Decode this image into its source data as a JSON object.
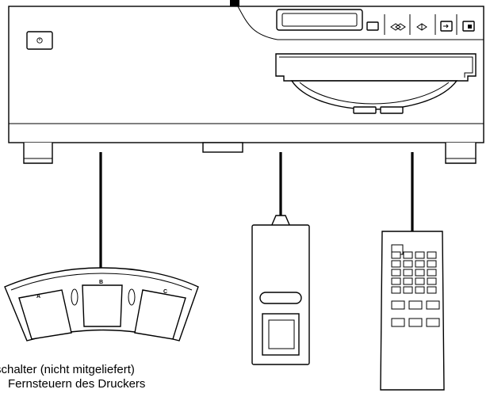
{
  "figure": {
    "caption_line1": "schalter (nicht mitgeliefert)",
    "caption_line2": "Fernsteuern des Druckers",
    "pedal_labels": [
      "A",
      "B",
      "C"
    ]
  }
}
